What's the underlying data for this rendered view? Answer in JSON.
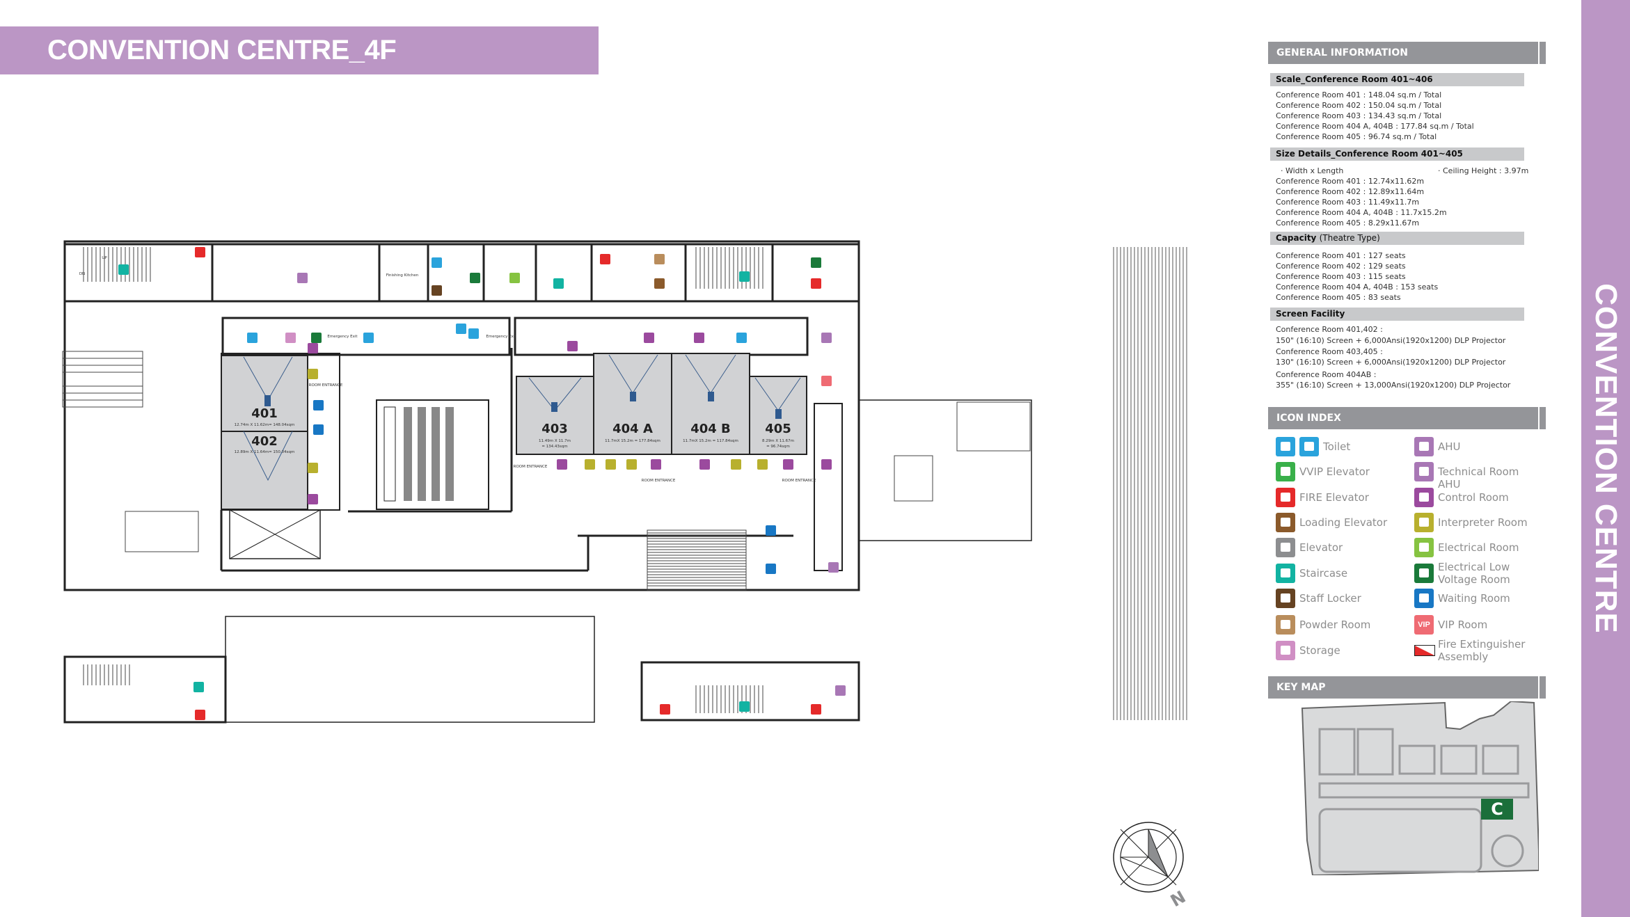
{
  "header": {
    "title": "CONVENTION CENTRE_4F"
  },
  "side_label": "CONVENTION CENTRE",
  "general_information": {
    "title": "GENERAL INFORMATION",
    "scale": {
      "title": "Scale_Conference Room 401~406",
      "lines": [
        "Conference Room 401 : 148.04 sq.m / Total",
        "Conference Room 402 :  150.04 sq.m / Total",
        "Conference Room 403 :  134.43 sq.m / Total",
        "Conference Room 404 A, 404B :  177.84 sq.m / Total",
        "Conference Room 405 :  96.74  sq.m / Total"
      ]
    },
    "size": {
      "title": "Size Details_Conference Room  401~405",
      "width_length": "· Width x  Length",
      "ceiling": "· Ceiling Height : 3.97m",
      "lines": [
        "Conference Room 401 :  12.74x11.62m",
        "Conference Room 402 :  12.89x11.64m",
        "Conference Room 403 :  11.49x11.7m",
        "Conference Room 404 A, 404B :  11.7x15.2m",
        "Conference Room 405 : 8.29x11.67m"
      ]
    },
    "capacity": {
      "title": "Capacity",
      "subtitle": "(Theatre Type)",
      "lines": [
        "Conference Room 401 :  127 seats",
        "Conference Room 402 :  129 seats",
        "Conference Room 403 :  115 seats",
        "Conference Room 404 A, 404B : 153 seats",
        "Conference Room 405 :  83 seats"
      ]
    },
    "screen": {
      "title": "Screen Facility",
      "lines": [
        "Conference Room 401,402 :",
        "150\" (16:10) Screen + 6,000Ansi(1920x1200) DLP Projector",
        "Conference Room 403,405 :",
        "130\" (16:10) Screen + 6,000Ansi(1920x1200) DLP Projector",
        "Conference Room 404AB :",
        "355\" (16:10) Screen + 13,000Ansi(1920x1200) DLP Projector"
      ]
    }
  },
  "icon_index": {
    "title": "ICON INDEX",
    "left": [
      {
        "label": "Toilet",
        "icon": "toilet-icon",
        "color": "#2aa3dc",
        "double": true
      },
      {
        "label": "VVIP Elevator",
        "icon": "vvip-elevator-icon",
        "color": "#39b04a"
      },
      {
        "label": "FIRE Elevator",
        "icon": "fire-elevator-icon",
        "color": "#e52a2a"
      },
      {
        "label": "Loading Elevator",
        "icon": "loading-elevator-icon",
        "color": "#8b5a2b"
      },
      {
        "label": "Elevator",
        "icon": "elevator-icon",
        "color": "#8d8e90"
      },
      {
        "label": "Staircase",
        "icon": "staircase-icon",
        "color": "#12b3a2"
      },
      {
        "label": "Staff Locker",
        "icon": "staff-locker-icon",
        "color": "#664322"
      },
      {
        "label": "Powder Room",
        "icon": "powder-room-icon",
        "color": "#b98d5c"
      },
      {
        "label": "Storage",
        "icon": "storage-icon",
        "color": "#d08fc4"
      }
    ],
    "right": [
      {
        "label": "AHU",
        "icon": "ahu-icon",
        "color": "#a877b5"
      },
      {
        "label": "Technical Room AHU",
        "icon": "technical-room-ahu-icon",
        "color": "#a877b5"
      },
      {
        "label": "Control Room",
        "icon": "control-room-icon",
        "color": "#9b4a9e"
      },
      {
        "label": "Interpreter Room",
        "icon": "interpreter-room-icon",
        "color": "#b8b02e"
      },
      {
        "label": "Electrical Room",
        "icon": "electrical-room-icon",
        "color": "#86c341"
      },
      {
        "label": "Electrical Low Voltage Room",
        "icon": "electrical-low-voltage-room-icon",
        "color": "#1a7a3a"
      },
      {
        "label": "Waiting Room",
        "icon": "waiting-room-icon",
        "color": "#1877c4"
      },
      {
        "label": "VIP Room",
        "icon": "vip-room-icon",
        "color": "#ef6b73",
        "text": "VIP"
      },
      {
        "label": "Fire Extinguisher Assembly",
        "icon": "fire-extinguisher-icon",
        "color": "#e52a2a",
        "fire": true
      }
    ]
  },
  "key_map": {
    "title": "KEY MAP",
    "marker": "C",
    "marker_color": "#1b6f3a"
  },
  "floor_plan": {
    "rooms": [
      {
        "id": "401",
        "dims": "12.74m X 11.62m= 148.04sqm"
      },
      {
        "id": "402",
        "dims": "12.89m X 11.64m= 150.04sqm"
      },
      {
        "id": "403",
        "dims": "11.49m X 11.7m",
        "dims2": "= 134.43sqm"
      },
      {
        "id": "404 A",
        "dims": "11.7mX 15.2m = 177.84sqm"
      },
      {
        "id": "404 B",
        "dims": "11.7mX 15.2m = 117.84sqm"
      },
      {
        "id": "405",
        "dims": "8.29m X 11.67m",
        "dims2": "= 96.74sqm"
      }
    ],
    "kitchen": "Finishing Kitchen",
    "emergency_exit": "Emergency Exit",
    "room_entrance": "ROOM ENTRANCE",
    "dn": "DN",
    "up": "UP",
    "compass_n": "N"
  }
}
